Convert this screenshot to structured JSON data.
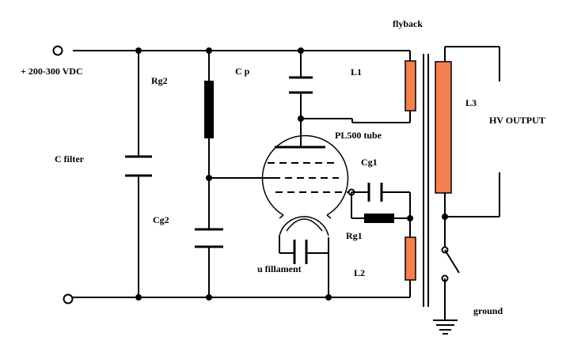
{
  "labels": {
    "flyback": "flyback",
    "supply": "+ 200-300 VDC",
    "rg2": "Rg2",
    "cp": "C p",
    "l1": "L1",
    "l3": "L3",
    "hv_output": "HV OUTPUT",
    "pl500": "PL500 tube",
    "c_filter": "C filter",
    "cg1": "Cg1",
    "cg2": "Cg2",
    "rg1": "Rg1",
    "u_filament": "u fillament",
    "l2": "L2",
    "ground": "ground"
  },
  "colors": {
    "line": "#000000",
    "coil_fill": "#f4804f",
    "resistor_fill": "#000000",
    "background": "#ffffff"
  },
  "icons": {
    "terminal": "open-circle-terminal",
    "ground": "ground-symbol",
    "switch": "spst-switch"
  }
}
